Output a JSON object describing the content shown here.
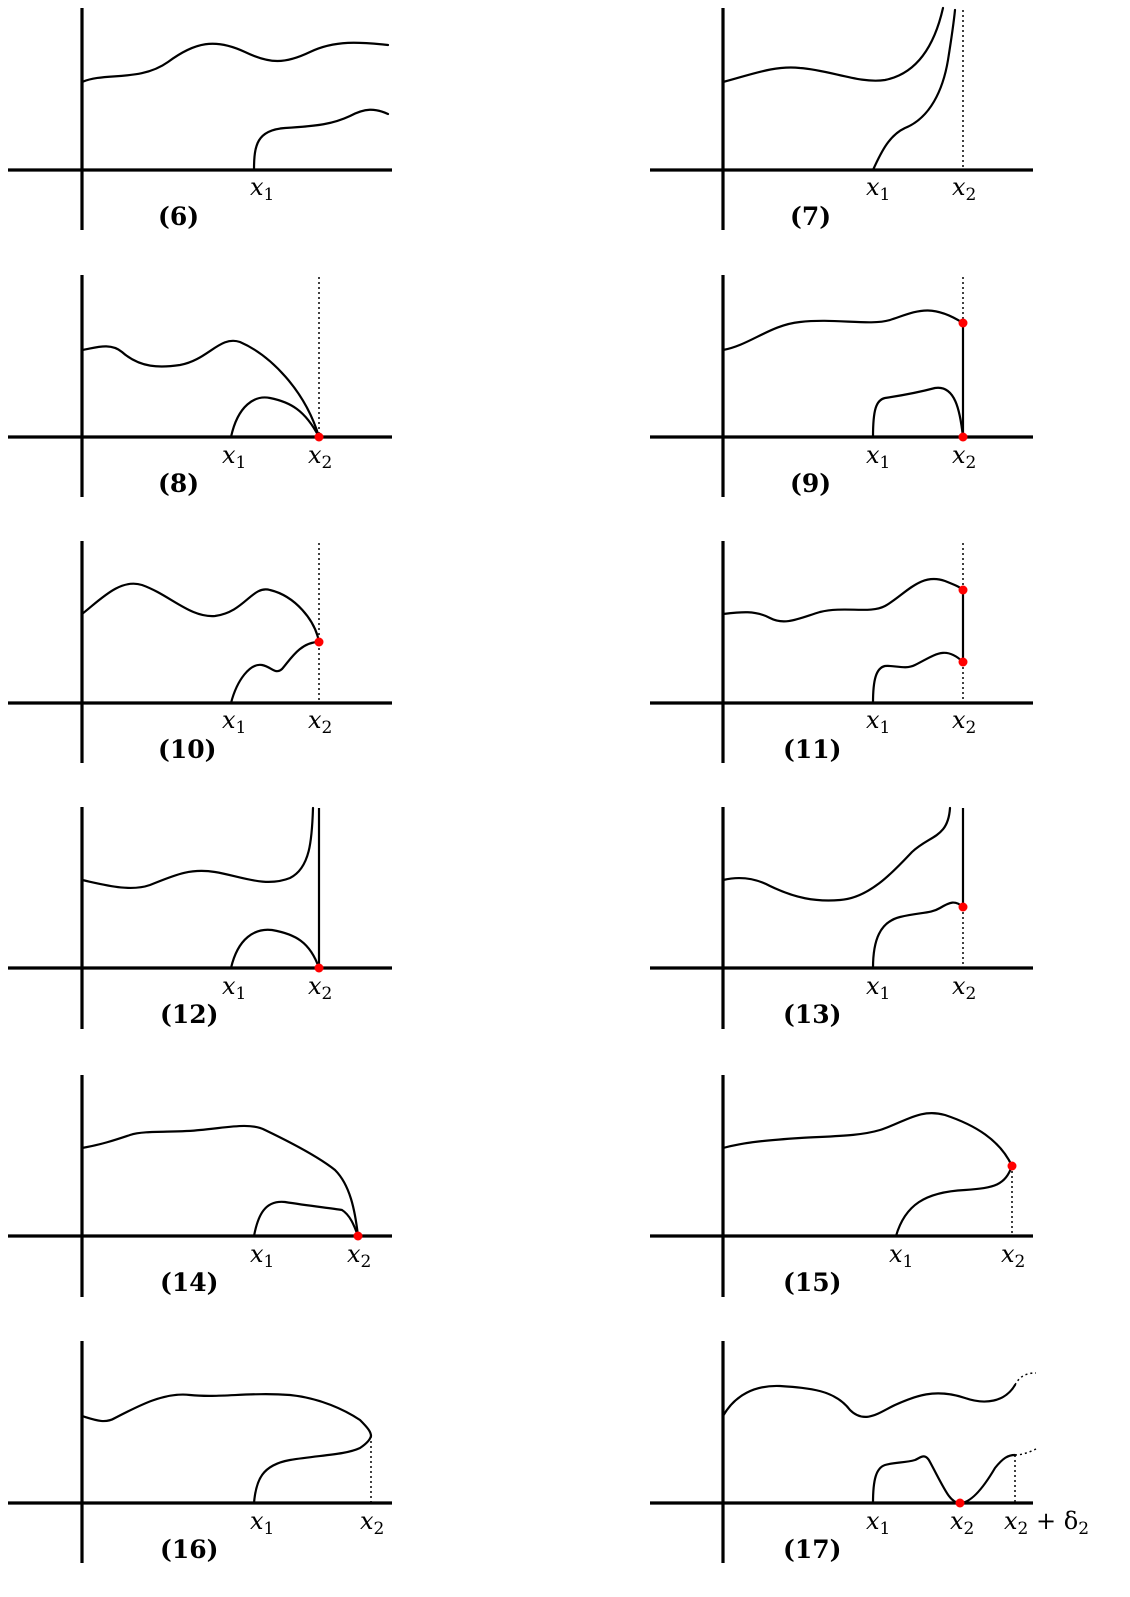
{
  "figure": {
    "panels": [
      {
        "label": "(6)",
        "ticks": [
          {
            "var": "x",
            "sub": "1",
            "extra": ""
          }
        ],
        "curves": [
          "upper",
          "lower"
        ],
        "vertical_segment": false,
        "dotted_guide": false,
        "marked_points": []
      },
      {
        "label": "(7)",
        "ticks": [
          {
            "var": "x",
            "sub": "1",
            "extra": ""
          },
          {
            "var": "x",
            "sub": "2",
            "extra": ""
          }
        ],
        "curves": [
          "upper",
          "lower"
        ],
        "vertical_segment": false,
        "dotted_guide": true,
        "marked_points": []
      },
      {
        "label": "(8)",
        "ticks": [
          {
            "var": "x",
            "sub": "1",
            "extra": ""
          },
          {
            "var": "x",
            "sub": "2",
            "extra": ""
          }
        ],
        "curves": [
          "upper",
          "lower"
        ],
        "vertical_segment": false,
        "dotted_guide": true,
        "marked_points": [
          "x2-on-axis"
        ]
      },
      {
        "label": "(9)",
        "ticks": [
          {
            "var": "x",
            "sub": "1",
            "extra": ""
          },
          {
            "var": "x",
            "sub": "2",
            "extra": ""
          }
        ],
        "curves": [
          "upper",
          "lower"
        ],
        "vertical_segment": true,
        "dotted_guide": true,
        "marked_points": [
          "upper-end",
          "x2-on-axis"
        ]
      },
      {
        "label": "(10)",
        "ticks": [
          {
            "var": "x",
            "sub": "1",
            "extra": ""
          },
          {
            "var": "x",
            "sub": "2",
            "extra": ""
          }
        ],
        "curves": [
          "upper",
          "lower"
        ],
        "vertical_segment": false,
        "dotted_guide": true,
        "marked_points": [
          "meeting-point"
        ]
      },
      {
        "label": "(11)",
        "ticks": [
          {
            "var": "x",
            "sub": "1",
            "extra": ""
          },
          {
            "var": "x",
            "sub": "2",
            "extra": ""
          }
        ],
        "curves": [
          "upper",
          "lower"
        ],
        "vertical_segment": true,
        "dotted_guide": true,
        "marked_points": [
          "upper-end",
          "lower-end"
        ]
      },
      {
        "label": "(12)",
        "ticks": [
          {
            "var": "x",
            "sub": "1",
            "extra": ""
          },
          {
            "var": "x",
            "sub": "2",
            "extra": ""
          }
        ],
        "curves": [
          "upper",
          "lower"
        ],
        "vertical_segment": true,
        "dotted_guide": false,
        "marked_points": [
          "x2-on-axis"
        ]
      },
      {
        "label": "(13)",
        "ticks": [
          {
            "var": "x",
            "sub": "1",
            "extra": ""
          },
          {
            "var": "x",
            "sub": "2",
            "extra": ""
          }
        ],
        "curves": [
          "upper",
          "lower"
        ],
        "vertical_segment": true,
        "dotted_guide": true,
        "marked_points": [
          "lower-end"
        ]
      },
      {
        "label": "(14)",
        "ticks": [
          {
            "var": "x",
            "sub": "1",
            "extra": ""
          },
          {
            "var": "x",
            "sub": "2",
            "extra": ""
          }
        ],
        "curves": [
          "upper",
          "lower"
        ],
        "vertical_segment": false,
        "dotted_guide": false,
        "marked_points": [
          "x2-on-axis"
        ]
      },
      {
        "label": "(15)",
        "ticks": [
          {
            "var": "x",
            "sub": "1",
            "extra": ""
          },
          {
            "var": "x",
            "sub": "2",
            "extra": ""
          }
        ],
        "curves": [
          "upper",
          "lower"
        ],
        "vertical_segment": false,
        "dotted_guide": true,
        "marked_points": [
          "meeting-point"
        ]
      },
      {
        "label": "(16)",
        "ticks": [
          {
            "var": "x",
            "sub": "1",
            "extra": ""
          },
          {
            "var": "x",
            "sub": "2",
            "extra": ""
          }
        ],
        "curves": [
          "upper",
          "lower"
        ],
        "vertical_segment": false,
        "dotted_guide": true,
        "marked_points": []
      },
      {
        "label": "(17)",
        "ticks": [
          {
            "var": "x",
            "sub": "1",
            "extra": ""
          },
          {
            "var": "x",
            "sub": "2",
            "extra": ""
          },
          {
            "var": "x",
            "sub": "2",
            "extra": " + δ",
            "extra_sub": "2"
          }
        ],
        "curves": [
          "upper",
          "lower"
        ],
        "vertical_segment": false,
        "dotted_guide": true,
        "marked_points": [
          "x2-on-axis"
        ]
      }
    ],
    "colors": {
      "ink": "#000000",
      "marked_point": "#ff0000"
    }
  }
}
